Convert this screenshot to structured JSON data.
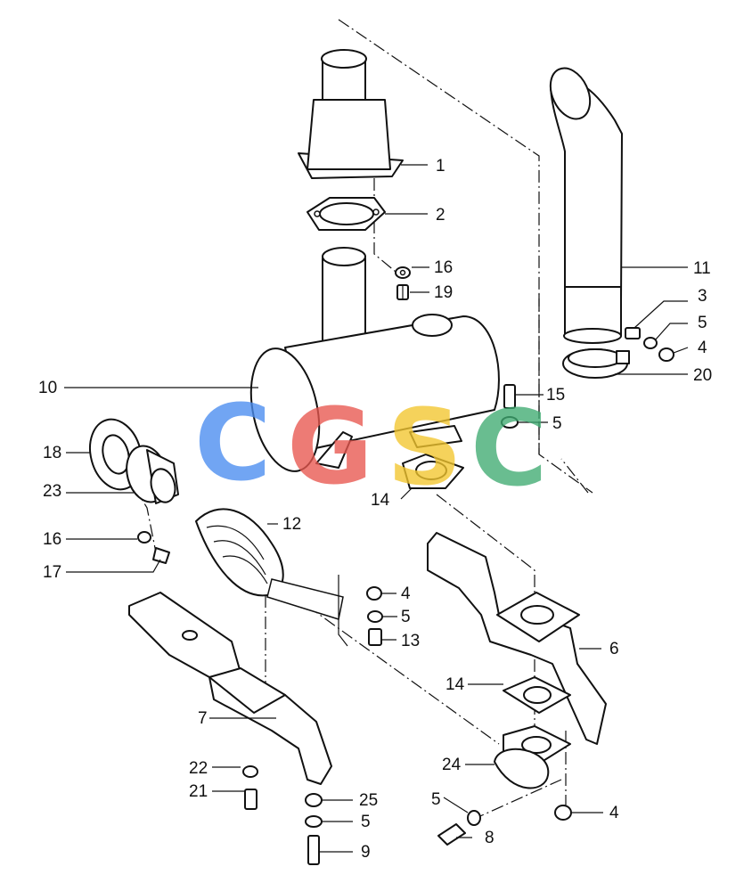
{
  "watermark": {
    "letters": [
      "C",
      "G",
      "S",
      "C"
    ],
    "colors": [
      "#4a8df0",
      "#e8574f",
      "#f3c62e",
      "#3fab72"
    ]
  },
  "callouts": [
    "1",
    "2",
    "16",
    "19",
    "11",
    "3",
    "5",
    "4",
    "20",
    "10",
    "15",
    "5",
    "18",
    "23",
    "14",
    "12",
    "16",
    "17",
    "4",
    "5",
    "13",
    "6",
    "14",
    "7",
    "24",
    "22",
    "21",
    "25",
    "5",
    "9",
    "5",
    "8",
    "4"
  ]
}
